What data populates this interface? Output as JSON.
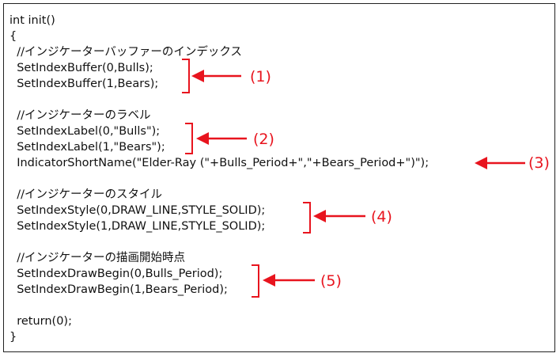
{
  "code": {
    "signature": "int init()",
    "open_brace": "{",
    "comment_buffer": "  //インジケーターバッファーのインデックス",
    "set_buffer_0": "  SetIndexBuffer(0,Bulls);",
    "set_buffer_1": "  SetIndexBuffer(1,Bears);",
    "comment_label": "  //インジケーターのラベル",
    "set_label_0": "  SetIndexLabel(0,\"Bulls\");",
    "set_label_1": "  SetIndexLabel(1,\"Bears\");",
    "short_name": "  IndicatorShortName(\"Elder-Ray (\"+Bulls_Period+\",\"+Bears_Period+\")\");",
    "comment_style": "  //インジケーターのスタイル",
    "set_style_0": "  SetIndexStyle(0,DRAW_LINE,STYLE_SOLID);",
    "set_style_1": "  SetIndexStyle(1,DRAW_LINE,STYLE_SOLID);",
    "comment_draw_begin": "  //インジケーターの描画開始時点",
    "draw_begin_0": "  SetIndexDrawBegin(0,Bulls_Period);",
    "draw_begin_1": "  SetIndexDrawBegin(1,Bears_Period);",
    "return_stmt": "  return(0);",
    "close_brace": "}"
  },
  "annotations": {
    "label_1": "(1)",
    "label_2": "(2)",
    "label_3": "(3)",
    "label_4": "(4)",
    "label_5": "(5)"
  },
  "colors": {
    "annotation": "#e8141e",
    "text": "#111111",
    "border": "#222222"
  }
}
